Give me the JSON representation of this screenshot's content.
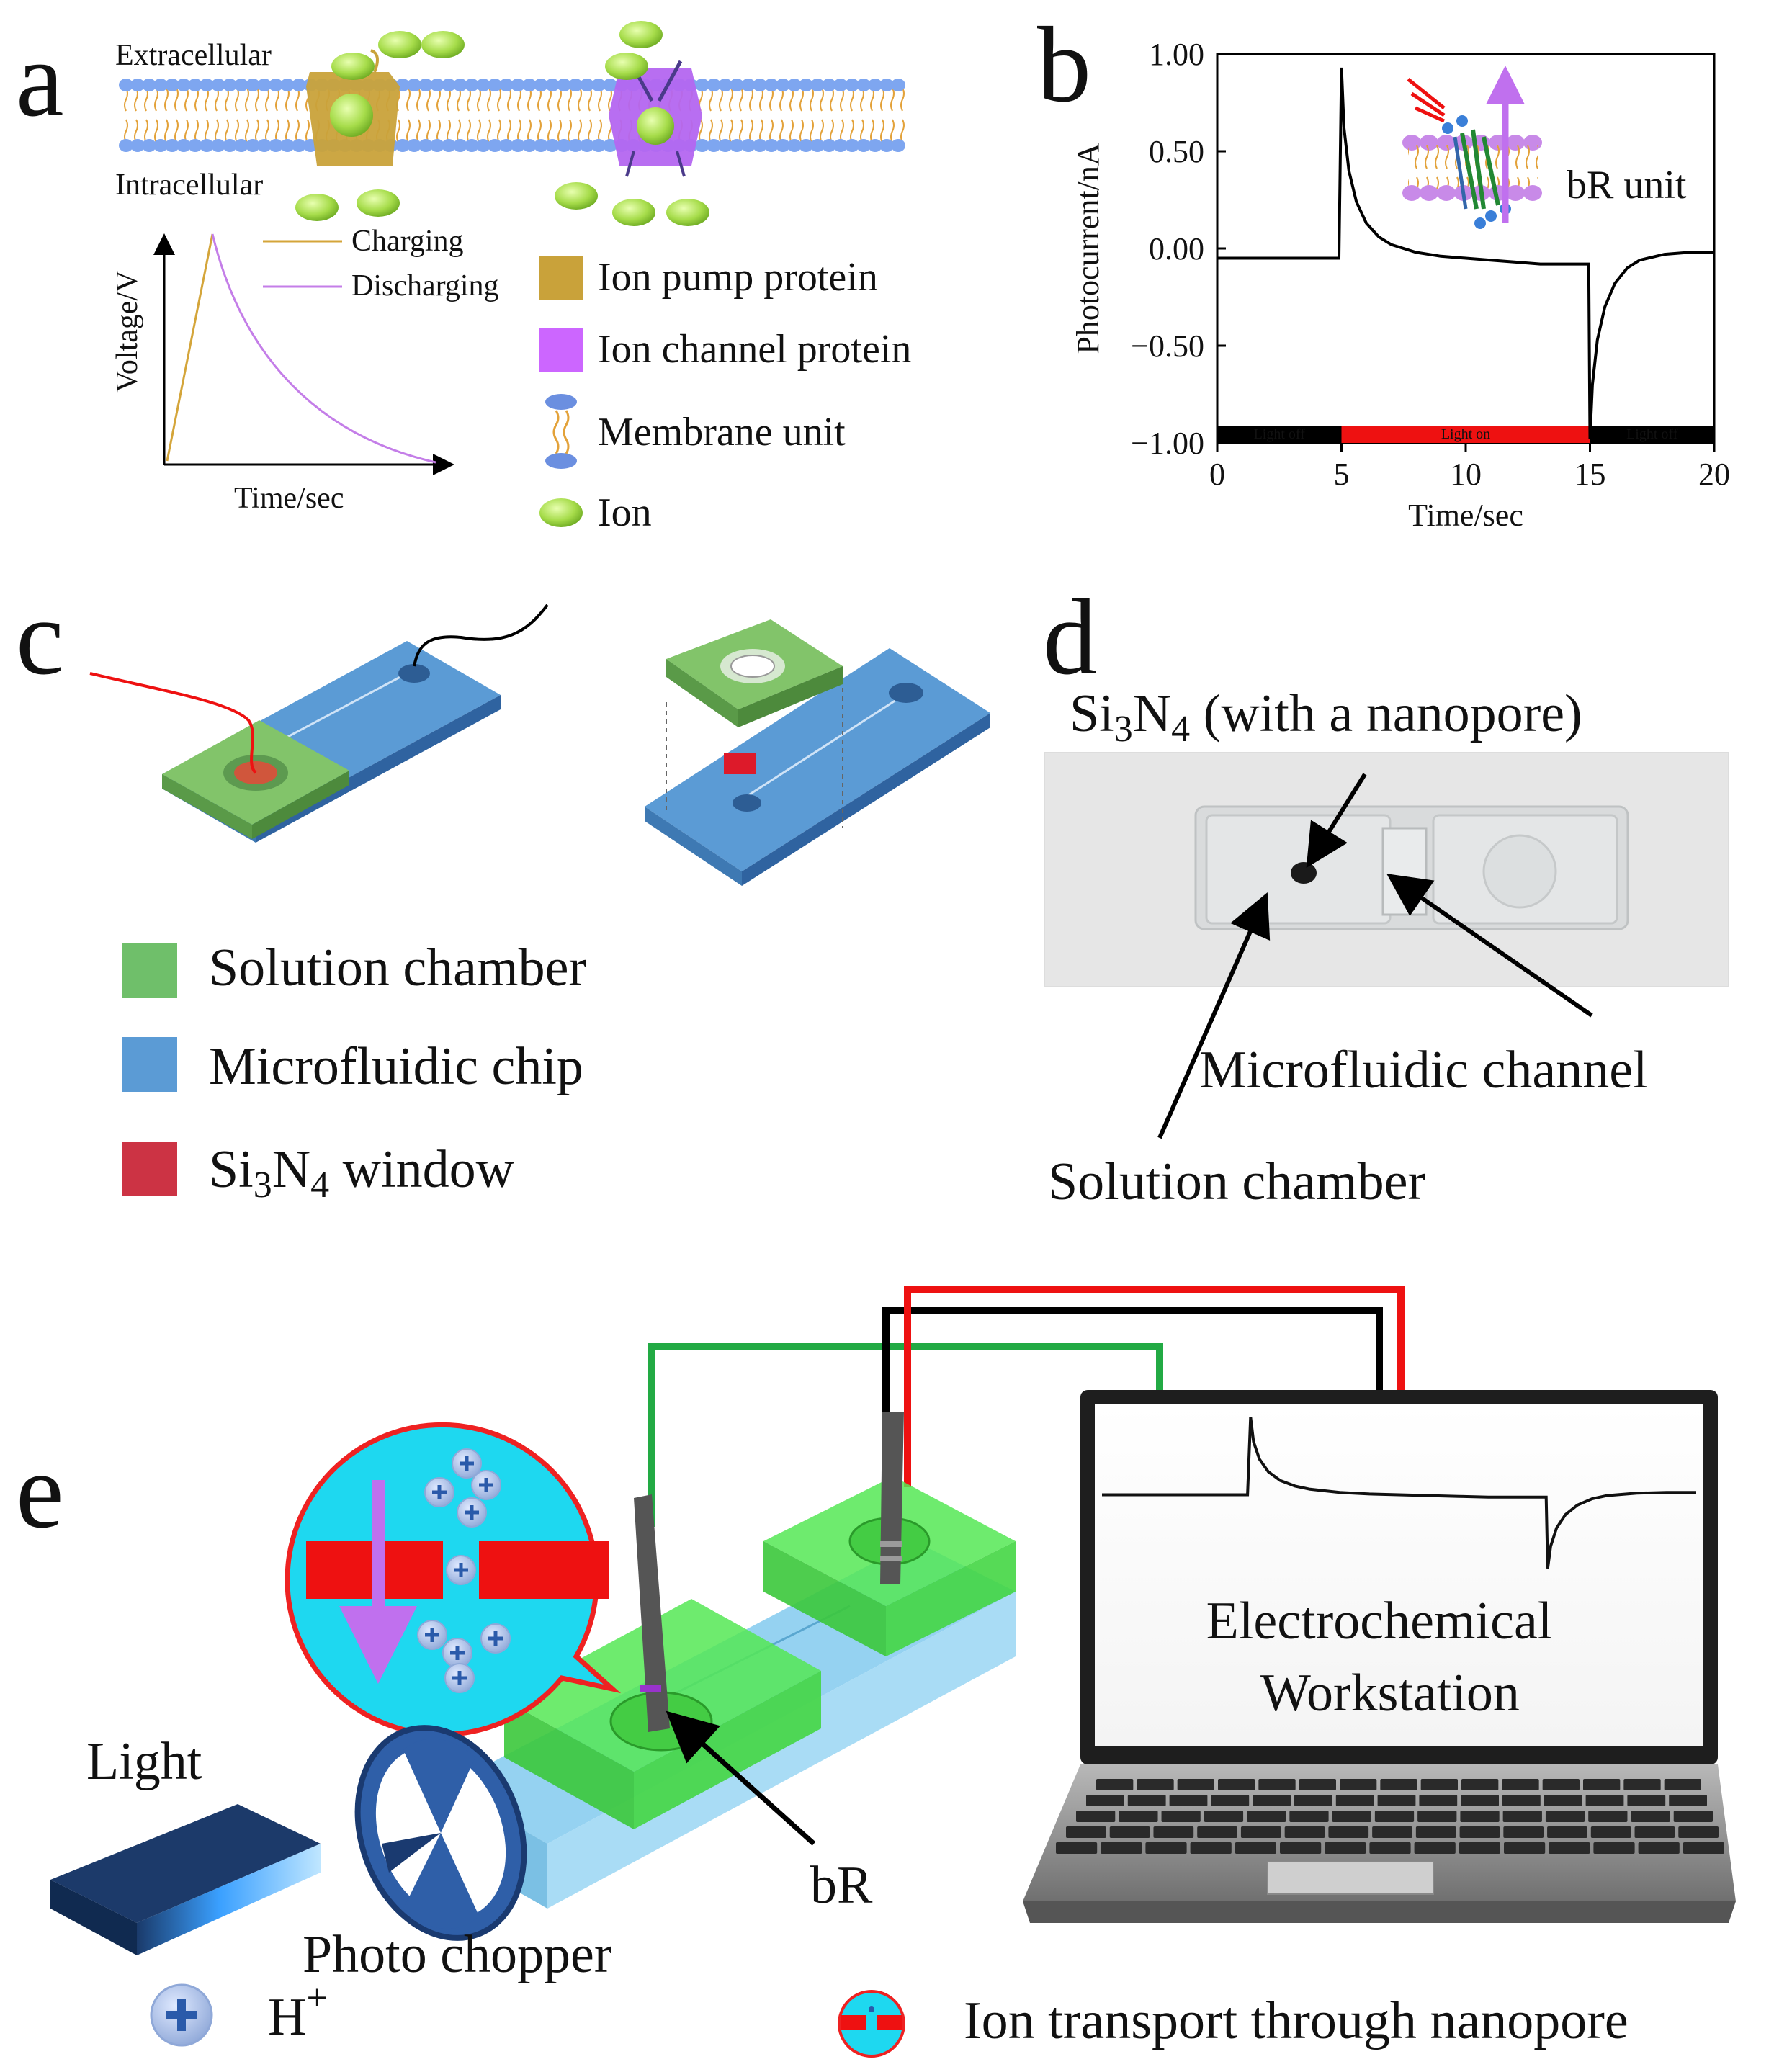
{
  "panels": {
    "a": {
      "letter": "a",
      "extracellular": "Extracellular",
      "intracellular": "Intracellular",
      "charging": "Charging",
      "discharging": "Discharging",
      "ylabel": "Voltage/V",
      "xlabel": "Time/sec",
      "legend": [
        "Ion pump protein",
        "Ion channel protein",
        "Membrane unit",
        "Ion"
      ],
      "colors": {
        "pump": "#c9a23a",
        "channel": "#cc66ff",
        "ion": "#9fd84a",
        "charge_line": "#d4a53a",
        "discharge_line": "#c47ee8"
      }
    },
    "b": {
      "letter": "b",
      "inset_label": "bR unit",
      "segments": [
        "Light off",
        "Light on",
        "Light off"
      ],
      "colors": {
        "light_off": "#000000",
        "light_on": "#ee1111"
      }
    },
    "c": {
      "letter": "c",
      "legend": [
        {
          "label": "Solution chamber",
          "color": "#6fbf6a"
        },
        {
          "label": "Microfluidic chip",
          "color": "#5b9bd5"
        },
        {
          "label": "window",
          "prefix": "Si",
          "sub1": "3",
          "mid": "N",
          "sub2": "4",
          "color": "#cc3344"
        }
      ]
    },
    "d": {
      "letter": "d",
      "top_label_prefix": "Si",
      "top_sub1": "3",
      "top_mid": "N",
      "top_sub2": "4",
      "top_label_suffix": " (with a nanopore)",
      "microfluidic_channel": "Microfluidic channel",
      "solution_chamber": "Solution chamber"
    },
    "e": {
      "letter": "e",
      "light": "Light",
      "photo_chopper": "Photo chopper",
      "bR": "bR",
      "workstation_line1": "Electrochemical",
      "workstation_line2": "Workstation",
      "legend_h": "H",
      "legend_h_sup": "+",
      "legend_transport": "Ion transport through nanopore"
    }
  },
  "chart_data": {
    "type": "line",
    "title": "",
    "xlabel": "Time/sec",
    "ylabel": "Photocurrent/nA",
    "xlim": [
      0,
      20
    ],
    "ylim": [
      -1.0,
      1.0
    ],
    "xticks": [
      "0",
      "5",
      "10",
      "15",
      "20"
    ],
    "yticks": [
      "1.00",
      "0.50",
      "0.00",
      "−0.50",
      "−1.00"
    ],
    "yticks_values": [
      1.0,
      0.5,
      0.0,
      -0.5,
      -1.0
    ],
    "xticks_values": [
      0,
      5,
      10,
      15,
      20
    ],
    "series": [
      {
        "x": [
          0,
          4.9,
          5.0,
          5.1,
          5.3,
          5.6,
          6.0,
          6.5,
          7.0,
          8.0,
          9.0,
          10.0,
          11.0,
          12.0,
          13.0,
          14.0,
          14.95,
          15.0,
          15.1,
          15.3,
          15.6,
          16.0,
          16.5,
          17.0,
          18.0,
          19.0,
          20.0
        ],
        "values": [
          -0.05,
          -0.05,
          0.93,
          0.62,
          0.4,
          0.24,
          0.13,
          0.06,
          0.02,
          -0.02,
          -0.04,
          -0.05,
          -0.06,
          -0.07,
          -0.08,
          -0.08,
          -0.08,
          -0.98,
          -0.7,
          -0.47,
          -0.3,
          -0.18,
          -0.1,
          -0.06,
          -0.03,
          -0.02,
          -0.02
        ]
      }
    ],
    "light_segments": [
      {
        "label": "Light off",
        "from": 0,
        "to": 5
      },
      {
        "label": "Light on",
        "from": 5,
        "to": 15
      },
      {
        "label": "Light off",
        "from": 15,
        "to": 20
      }
    ],
    "grid": false,
    "legend": "none"
  }
}
